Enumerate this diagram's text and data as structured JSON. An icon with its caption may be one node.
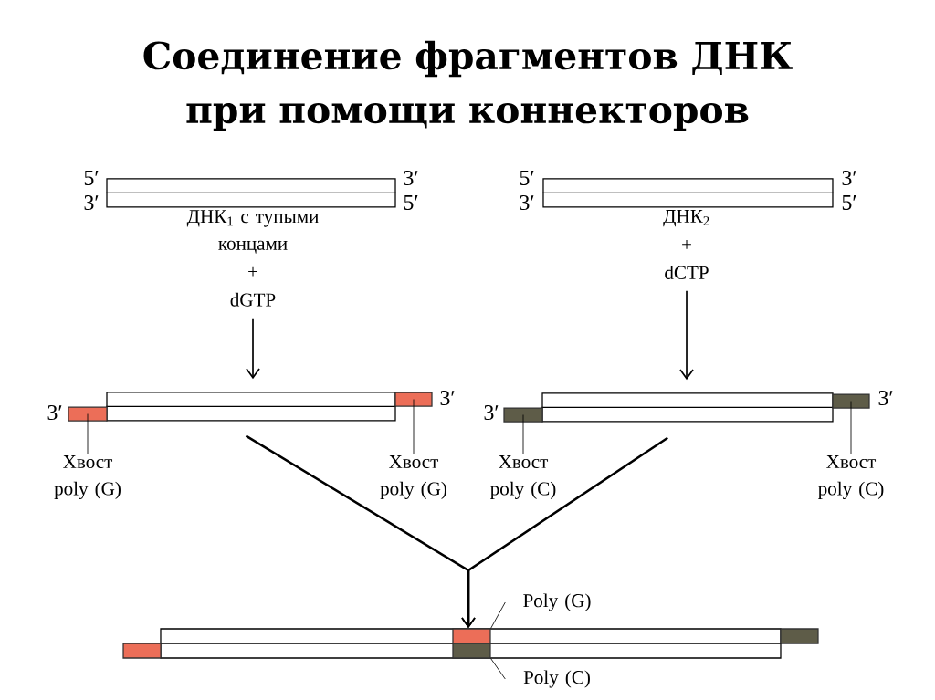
{
  "diagram": {
    "title": "Соединение фрагментов ДНК при помощи коннекторов",
    "nodes": [
      {
        "text": [],
        "shape": "bar",
        "beside": [
          "5′",
          "3′",
          "3′",
          "5′"
        ]
      },
      {
        "text": [
          "ДНК$_{1}$ с тупыми концами",
          "+",
          "dGTP"
        ]
      },
      {
        "text": [],
        "shape": "bar",
        "beside": [
          "5′",
          "3′",
          "3′",
          "5′"
        ]
      },
      {
        "text": [
          "ДНК$_{2}$",
          "+",
          "dCTP"
        ]
      },
      {
        "text": [],
        "shape": "bar"
      },
      {
        "text": [],
        "shape": "box",
        "beside": [
          "3′"
        ]
      },
      {
        "text": [],
        "shape": "box",
        "beside": [
          "3′"
        ]
      },
      {
        "text": [],
        "shape": "bar"
      },
      {
        "text": [],
        "shape": "box",
        "beside": [
          "3′"
        ]
      },
      {
        "text": [],
        "shape": "box",
        "beside": [
          "3′"
        ]
      },
      {
        "text": [
          "Хвост poly (G)"
        ]
      },
      {
        "text": [
          "Хвост poly (G)"
        ]
      },
      {
        "text": [
          "Хвост poly (C)"
        ]
      },
      {
        "text": [
          "Хвост poly (C)"
        ]
      },
      {
        "text": [],
        "shape": "bar"
      },
      {
        "text": [],
        "shape": "box"
      },
      {
        "text": [],
        "shape": "box",
        "in": 14
      },
      {
        "text": [],
        "shape": "box",
        "in": 14
      },
      {
        "text": [],
        "shape": "box"
      },
      {
        "text": [
          "Poly (G)"
        ]
      },
      {
        "text": [
          "Poly (C)"
        ]
      }
    ],
    "edges": [
      {
        "from": 1,
        "to": 4,
        "arrow": "to"
      },
      {
        "from": 3,
        "to": 7,
        "arrow": "to"
      },
      {
        "from": 4,
        "to": 14,
        "arrow": "to",
        "style": "thick"
      },
      {
        "from": 7,
        "to": 14,
        "arrow": "to",
        "style": "thick"
      },
      {
        "from": 10,
        "to": 5,
        "arrow": "none"
      },
      {
        "from": 11,
        "to": 6,
        "arrow": "none"
      },
      {
        "from": 12,
        "to": 8,
        "arrow": "none"
      },
      {
        "from": 13,
        "to": 9,
        "arrow": "none"
      },
      {
        "from": 19,
        "to": 16,
        "arrow": "none"
      },
      {
        "from": 20,
        "to": 17,
        "arrow": "none"
      }
    ]
  }
}
